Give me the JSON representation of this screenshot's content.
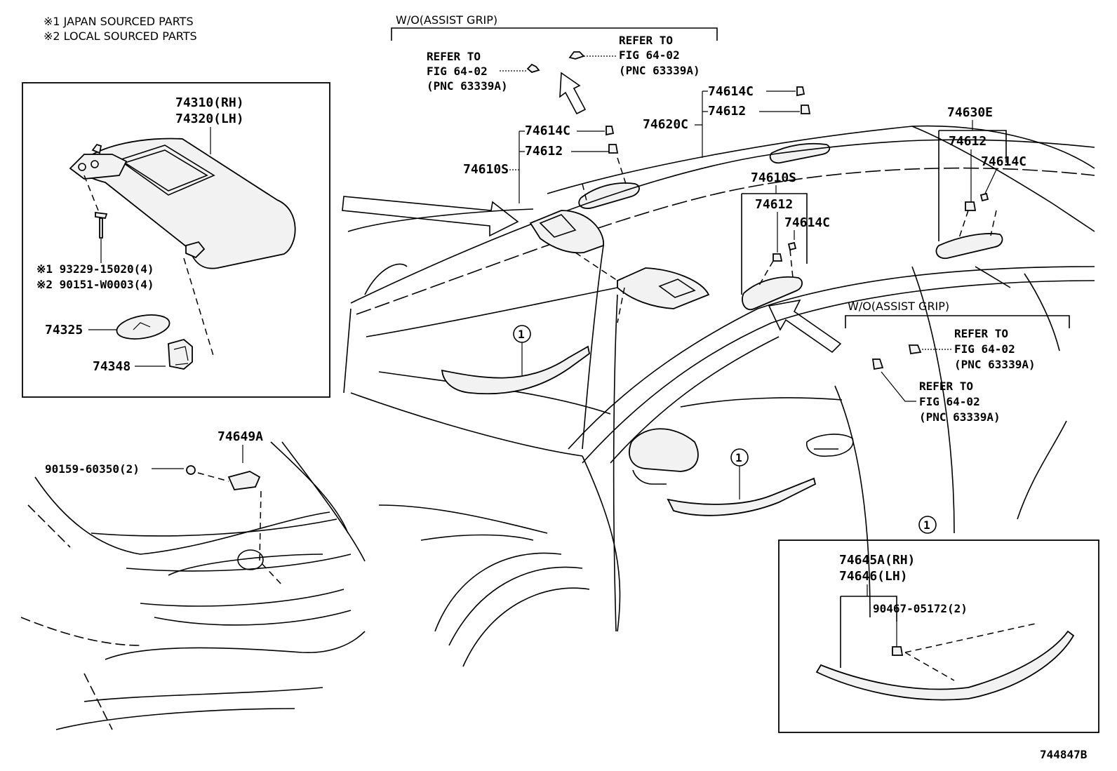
{
  "notes": {
    "japan": "※1 JAPAN SOURCED PARTS",
    "local": "※2 LOCAL SOURCED PARTS"
  },
  "wo_assist_grip_top": "W/O(ASSIST GRIP)",
  "wo_assist_grip_right": "W/O(ASSIST GRIP)",
  "refer": {
    "a": {
      "l1": "REFER TO",
      "l2": "FIG 64-02",
      "l3": "(PNC 63339A)"
    },
    "b": {
      "l1": "REFER TO",
      "l2": "FIG 64-02",
      "l3": "(PNC 63339A)"
    },
    "c": {
      "l1": "REFER TO",
      "l2": "FIG 64-02",
      "l3": "(PNC 63339A)"
    },
    "d": {
      "l1": "REFER TO",
      "l2": "FIG 64-02",
      "l3": "(PNC 63339A)"
    }
  },
  "visor_box": {
    "p_rh": "74310(RH)",
    "p_lh": "74320(LH)",
    "screw1": "※1 93229-15020(4)",
    "screw2": "※2 90151-W0003(4)",
    "p_74325": "74325",
    "p_74348": "74348"
  },
  "grip1": {
    "holder": "74614C",
    "clip": "74612",
    "assy": "74610S"
  },
  "grip2": {
    "holder": "74614C",
    "clip": "74612",
    "assy": "74620C"
  },
  "grip3": {
    "assy": "74610S",
    "clip": "74612",
    "holder": "74614C"
  },
  "grip4": {
    "assy": "74630E",
    "clip": "74612",
    "holder": "74614C"
  },
  "rear": {
    "p_74649a": "74649A",
    "p_90159": "90159-60350(2)"
  },
  "callout_marker": "1",
  "strip_box": {
    "p_rh": "74645A(RH)",
    "p_lh": "74646(LH)",
    "clip": "90467-05172(2)"
  },
  "diagram_code": "744847B"
}
